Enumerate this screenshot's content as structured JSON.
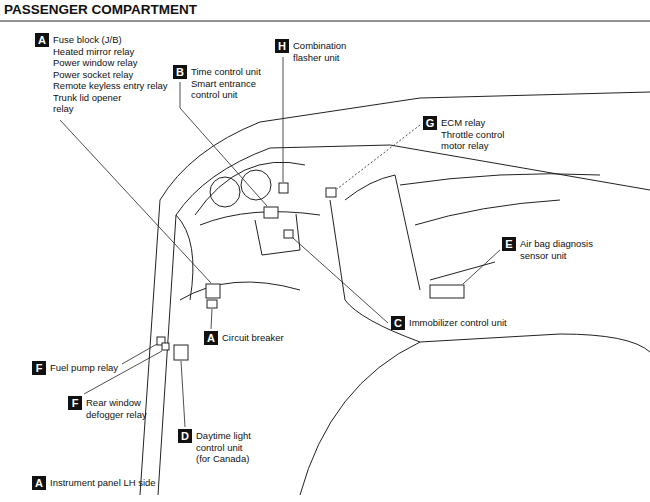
{
  "diagram": {
    "title": "PASSENGER COMPARTMENT",
    "nodes": [
      {
        "text": [
          "A",
          "Fuse block (J/B)",
          "Heated mirror relay",
          "Power window relay",
          "Power socket relay",
          "Remote keyless entry relay",
          "Trunk lid opener relay"
        ]
      },
      {
        "text": [
          "H",
          "Combination flasher unit"
        ]
      },
      {
        "text": [
          "B",
          "Time control unit",
          "Smart entrance control unit"
        ]
      },
      {
        "text": [
          "G",
          "ECM relay",
          "Throttle control motor relay"
        ]
      },
      {
        "text": [
          "E",
          "Air bag diagnosis sensor unit"
        ]
      },
      {
        "text": [
          "C",
          "Immobilizer control unit"
        ]
      },
      {
        "text": [
          "A",
          "Circuit breaker"
        ]
      },
      {
        "text": [
          "F",
          "Fuel pump relay"
        ]
      },
      {
        "text": [
          "F",
          "Rear window defogger relay"
        ]
      },
      {
        "text": [
          "D",
          "Daytime light control unit",
          "(for Canada)"
        ]
      },
      {
        "text": [
          "A",
          "Instrument panel LH side"
        ]
      }
    ]
  }
}
